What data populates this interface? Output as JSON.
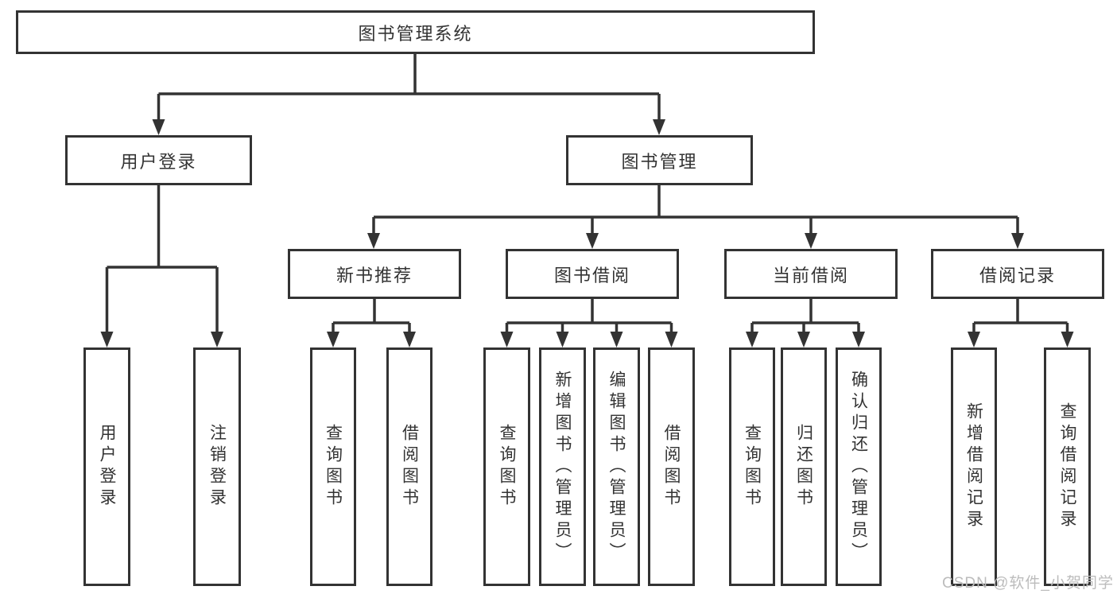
{
  "root": "图书管理系统",
  "level2": {
    "user_login": "用户登录",
    "book_management": "图书管理"
  },
  "level3": {
    "new_book_recommend": "新书推荐",
    "book_borrow": "图书借阅",
    "current_borrow": "当前借阅",
    "borrow_records": "借阅记录"
  },
  "leaves": {
    "user_login": [
      "用户登录",
      "注销登录"
    ],
    "new_book_recommend": [
      "查询图书",
      "借阅图书"
    ],
    "book_borrow": [
      "查询图书",
      "新增图书（管理员）",
      "编辑图书（管理员）",
      "借阅图书"
    ],
    "current_borrow": [
      "查询图书",
      "归还图书",
      "确认归还（管理员）"
    ],
    "borrow_records": [
      "新增借阅记录",
      "查询借阅记录"
    ]
  },
  "watermark": "CSDN @软件_小贺同学",
  "colors": {
    "line": "#333333",
    "text": "#333333",
    "background": "#ffffff",
    "watermark": "#bcbcbc"
  }
}
